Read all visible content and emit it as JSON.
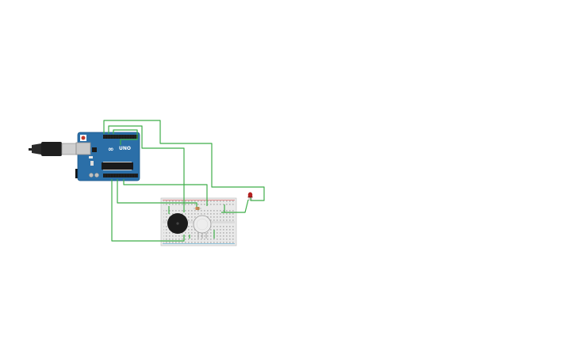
{
  "workspace": {
    "background": "#ffffff"
  },
  "arduino": {
    "logo_text": "∞",
    "model_text": "UNO",
    "board_color": "#2b6fa8",
    "icon": "arduino-uno-board"
  },
  "usb_cable": {
    "icon": "usb-plug"
  },
  "breadboard": {
    "icon": "breadboard"
  },
  "components": {
    "buzzer": {
      "icon": "piezo-buzzer"
    },
    "sensor": {
      "icon": "pir-sensor"
    },
    "led": {
      "icon": "led",
      "color": "#b42020"
    },
    "resistor": {
      "icon": "resistor"
    }
  },
  "wire_color": "#3fae49"
}
